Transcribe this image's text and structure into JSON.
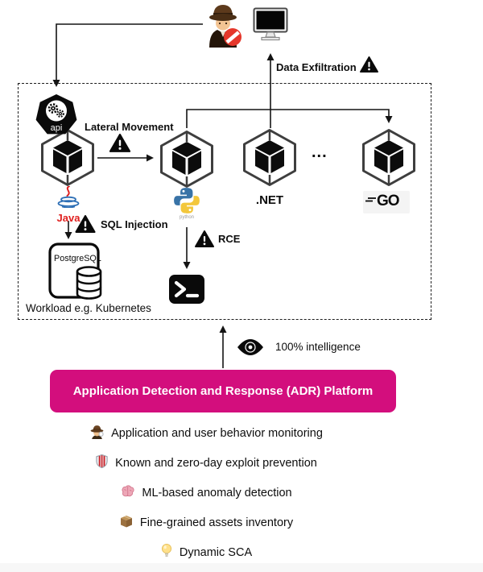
{
  "diagram": {
    "attack_labels": {
      "data_exfiltration": "Data Exfiltration",
      "lateral_movement": "Lateral Movement",
      "sql_injection": "SQL Injection",
      "rce": "RCE"
    },
    "workload_caption": "Workload e.g. Kubernetes",
    "intelligence_caption": "100% intelligence",
    "nodes": {
      "api": "api",
      "java": "Java",
      "python": "python",
      "dotnet": ".NET",
      "go": "GO",
      "postgresql": "PostgreSQL",
      "ellipsis": "..."
    },
    "icons": {
      "attacker": "spy-icon",
      "exfil_target": "monitor-icon",
      "cluster_entry": "kubernetes-api-icon",
      "workload_node": "container-cube-icon",
      "alert": "warning-icon",
      "database": "database-icon",
      "shell": "terminal-icon",
      "observability": "eye-icon"
    },
    "colors": {
      "banner_pink": "#d30e7d",
      "java_red": "#e0201f",
      "java_blue": "#2c6eb5",
      "python_blue": "#3873a7",
      "python_yellow": "#f3c73b"
    }
  },
  "banner": {
    "title": "Application Detection and Response (ADR) Platform"
  },
  "features": [
    {
      "icon": "detective-icon",
      "text": "Application and user behavior monitoring"
    },
    {
      "icon": "shield-icon",
      "text": "Known and zero-day exploit prevention"
    },
    {
      "icon": "brain-icon",
      "text": "ML-based anomaly detection"
    },
    {
      "icon": "package-icon",
      "text": "Fine-grained assets inventory"
    },
    {
      "icon": "bulb-icon",
      "text": "Dynamic SCA"
    }
  ]
}
